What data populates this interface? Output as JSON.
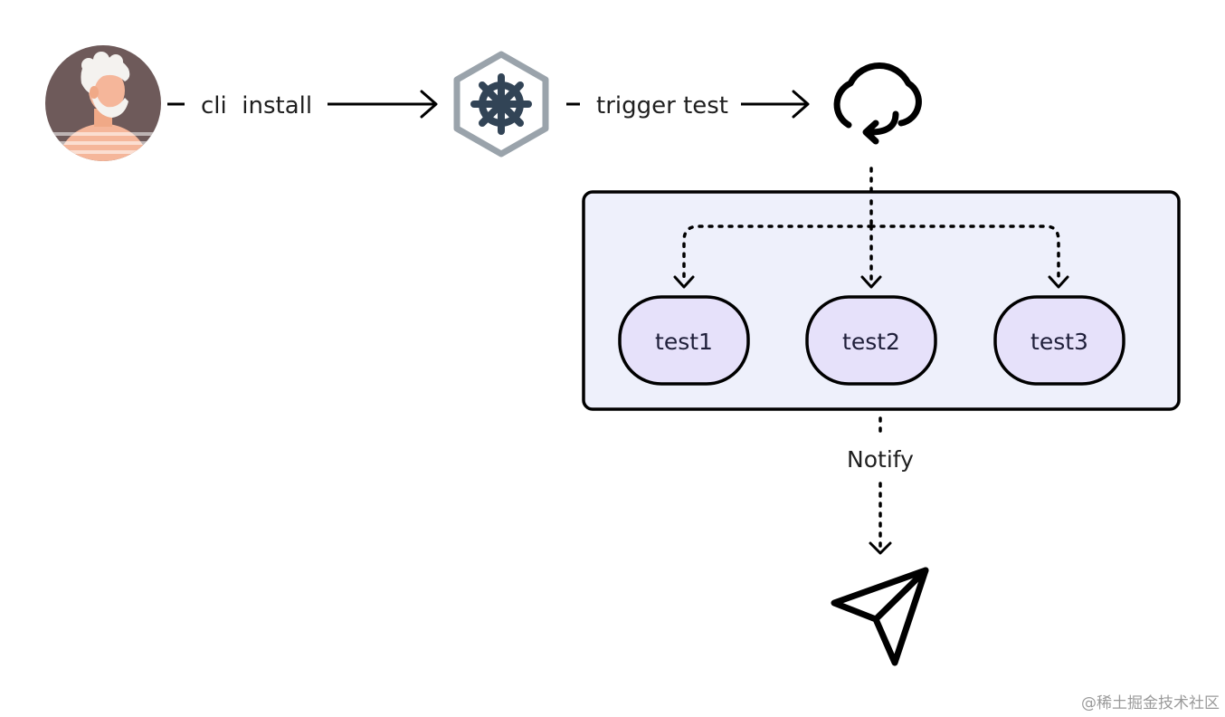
{
  "edges": {
    "cli_install": "cli  install",
    "trigger_test": "trigger test",
    "notify": "Notify"
  },
  "tests": [
    {
      "label": "test1"
    },
    {
      "label": "test2"
    },
    {
      "label": "test3"
    }
  ],
  "icons": {
    "user": "user-avatar-icon",
    "kube": "kubernetes-helm-icon",
    "cloud": "cloud-sync-icon",
    "send": "paper-plane-send-icon"
  },
  "watermark": "@稀土掘金技术社区",
  "colors": {
    "avatar_bg": "#6e5a5a",
    "avatar_skin": "#f5b69a",
    "hexagon": "#9aa3ab",
    "wheel": "#324456",
    "panel_fill": "#eef0fb",
    "test_fill": "#e6e1fa",
    "stroke": "#000000"
  }
}
